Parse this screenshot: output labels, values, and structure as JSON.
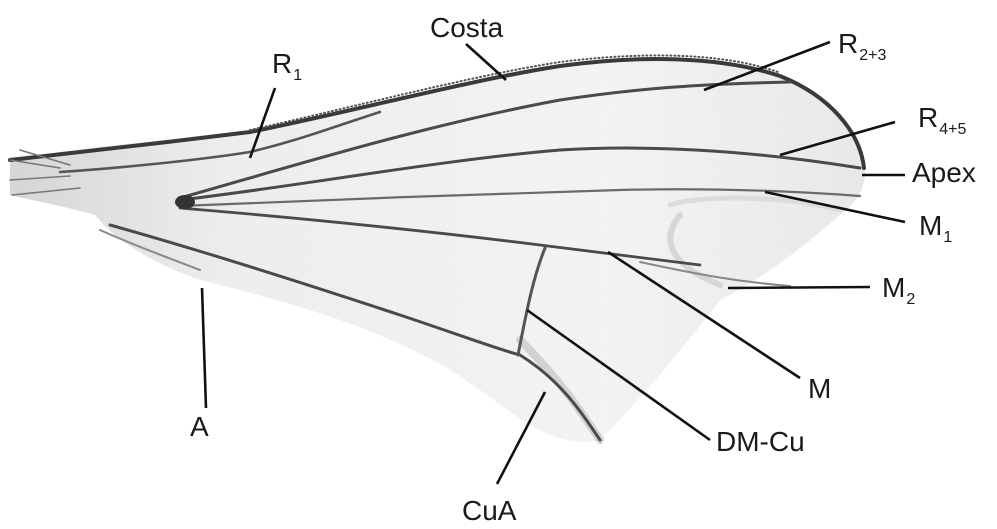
{
  "figure": {
    "labels": {
      "costa": "Costa",
      "r1": {
        "base": "R",
        "sub": "1"
      },
      "r23": {
        "base": "R",
        "sub": "2+3"
      },
      "r45": {
        "base": "R",
        "sub": "4+5"
      },
      "apex": "Apex",
      "m1": {
        "base": "M",
        "sub": "1"
      },
      "m2": {
        "base": "M",
        "sub": "2"
      },
      "m": "M",
      "a": "A",
      "dm_cu": "DM-Cu",
      "cua": "CuA"
    }
  }
}
